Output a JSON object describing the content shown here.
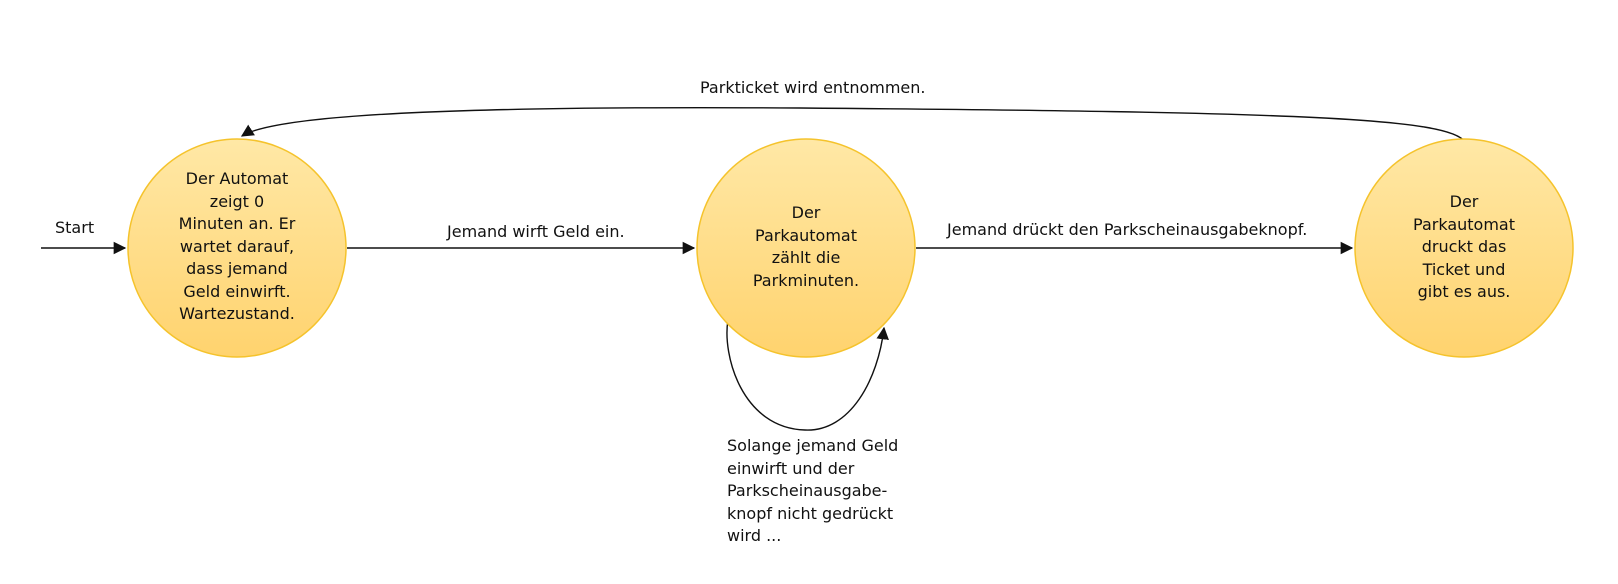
{
  "colors": {
    "state_fill_top": "#FFE8A6",
    "state_fill_bottom": "#FFD36E",
    "state_stroke": "#F5C32C",
    "edge": "#111111"
  },
  "states": {
    "waiting": "Der Automat\nzeigt 0\nMinuten an. Er\nwartet darauf,\ndass jemand\nGeld einwirft.\nWartezustand.",
    "counting": "Der\nParkautomat\nzählt die\nParkminuten.",
    "printing": "Der\nParkautomat\ndruckt das\nTicket und\ngibt es aus."
  },
  "transitions": {
    "start": "Start",
    "insert_money": "Jemand wirft Geld ein.",
    "press_button": "Jemand drückt den Parkscheinausgabeknopf.",
    "ticket_taken": "Parkticket wird entnommen.",
    "loop": "Solange jemand Geld\neinwirft und der\nParkscheinausgabe-\nknopf nicht gedrückt\nwird ..."
  }
}
